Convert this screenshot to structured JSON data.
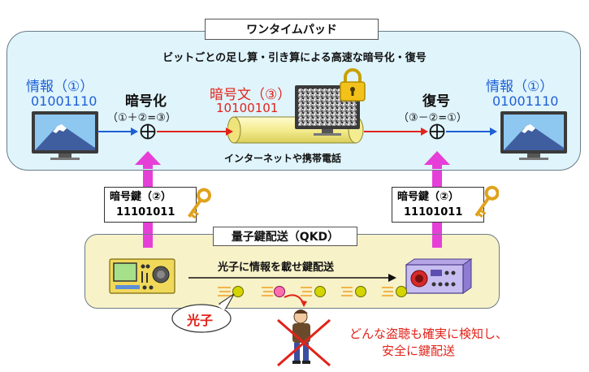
{
  "otp": {
    "title": "ワンタイムパッド",
    "subtitle": "ビットごとの足し算・引き算による高速な暗号化・復号"
  },
  "left": {
    "info_label": "情報（①）",
    "info_bits": "01001110"
  },
  "encrypt": {
    "label": "暗号化",
    "formula": "（①＋②=③）"
  },
  "cipher": {
    "label": "暗号文（③）",
    "bits": "10100101",
    "channel": "インターネットや携帯電話"
  },
  "decrypt": {
    "label": "復号",
    "formula": "（③－②=①）"
  },
  "right": {
    "info_label": "情報（①）",
    "info_bits": "01001110"
  },
  "key_left": {
    "label": "暗号鍵（②）",
    "bits": "11101011"
  },
  "key_right": {
    "label": "暗号鍵（②）",
    "bits": "11101011"
  },
  "qkd": {
    "title": "量子鍵配送（QKD）",
    "arrow_label": "光子に情報を載せ鍵配送"
  },
  "photon_label": "光子",
  "eavesdrop": {
    "line1": "どんな盗聴も確実に検知し、",
    "line2": "安全に鍵配送"
  },
  "colors": {
    "panel_blue": "#dff4fb",
    "panel_yellow": "#f7f2c8",
    "magenta": "#e63fd8",
    "red": "#e2231a",
    "blue": "#1f5fd6"
  },
  "icons": [
    "tv-mount-fuji-icon",
    "xor-icon",
    "key-icon",
    "padlock-icon",
    "noise-screen-icon",
    "transmitter-device-icon",
    "receiver-device-icon",
    "photon-icon",
    "eavesdropper-icon"
  ]
}
